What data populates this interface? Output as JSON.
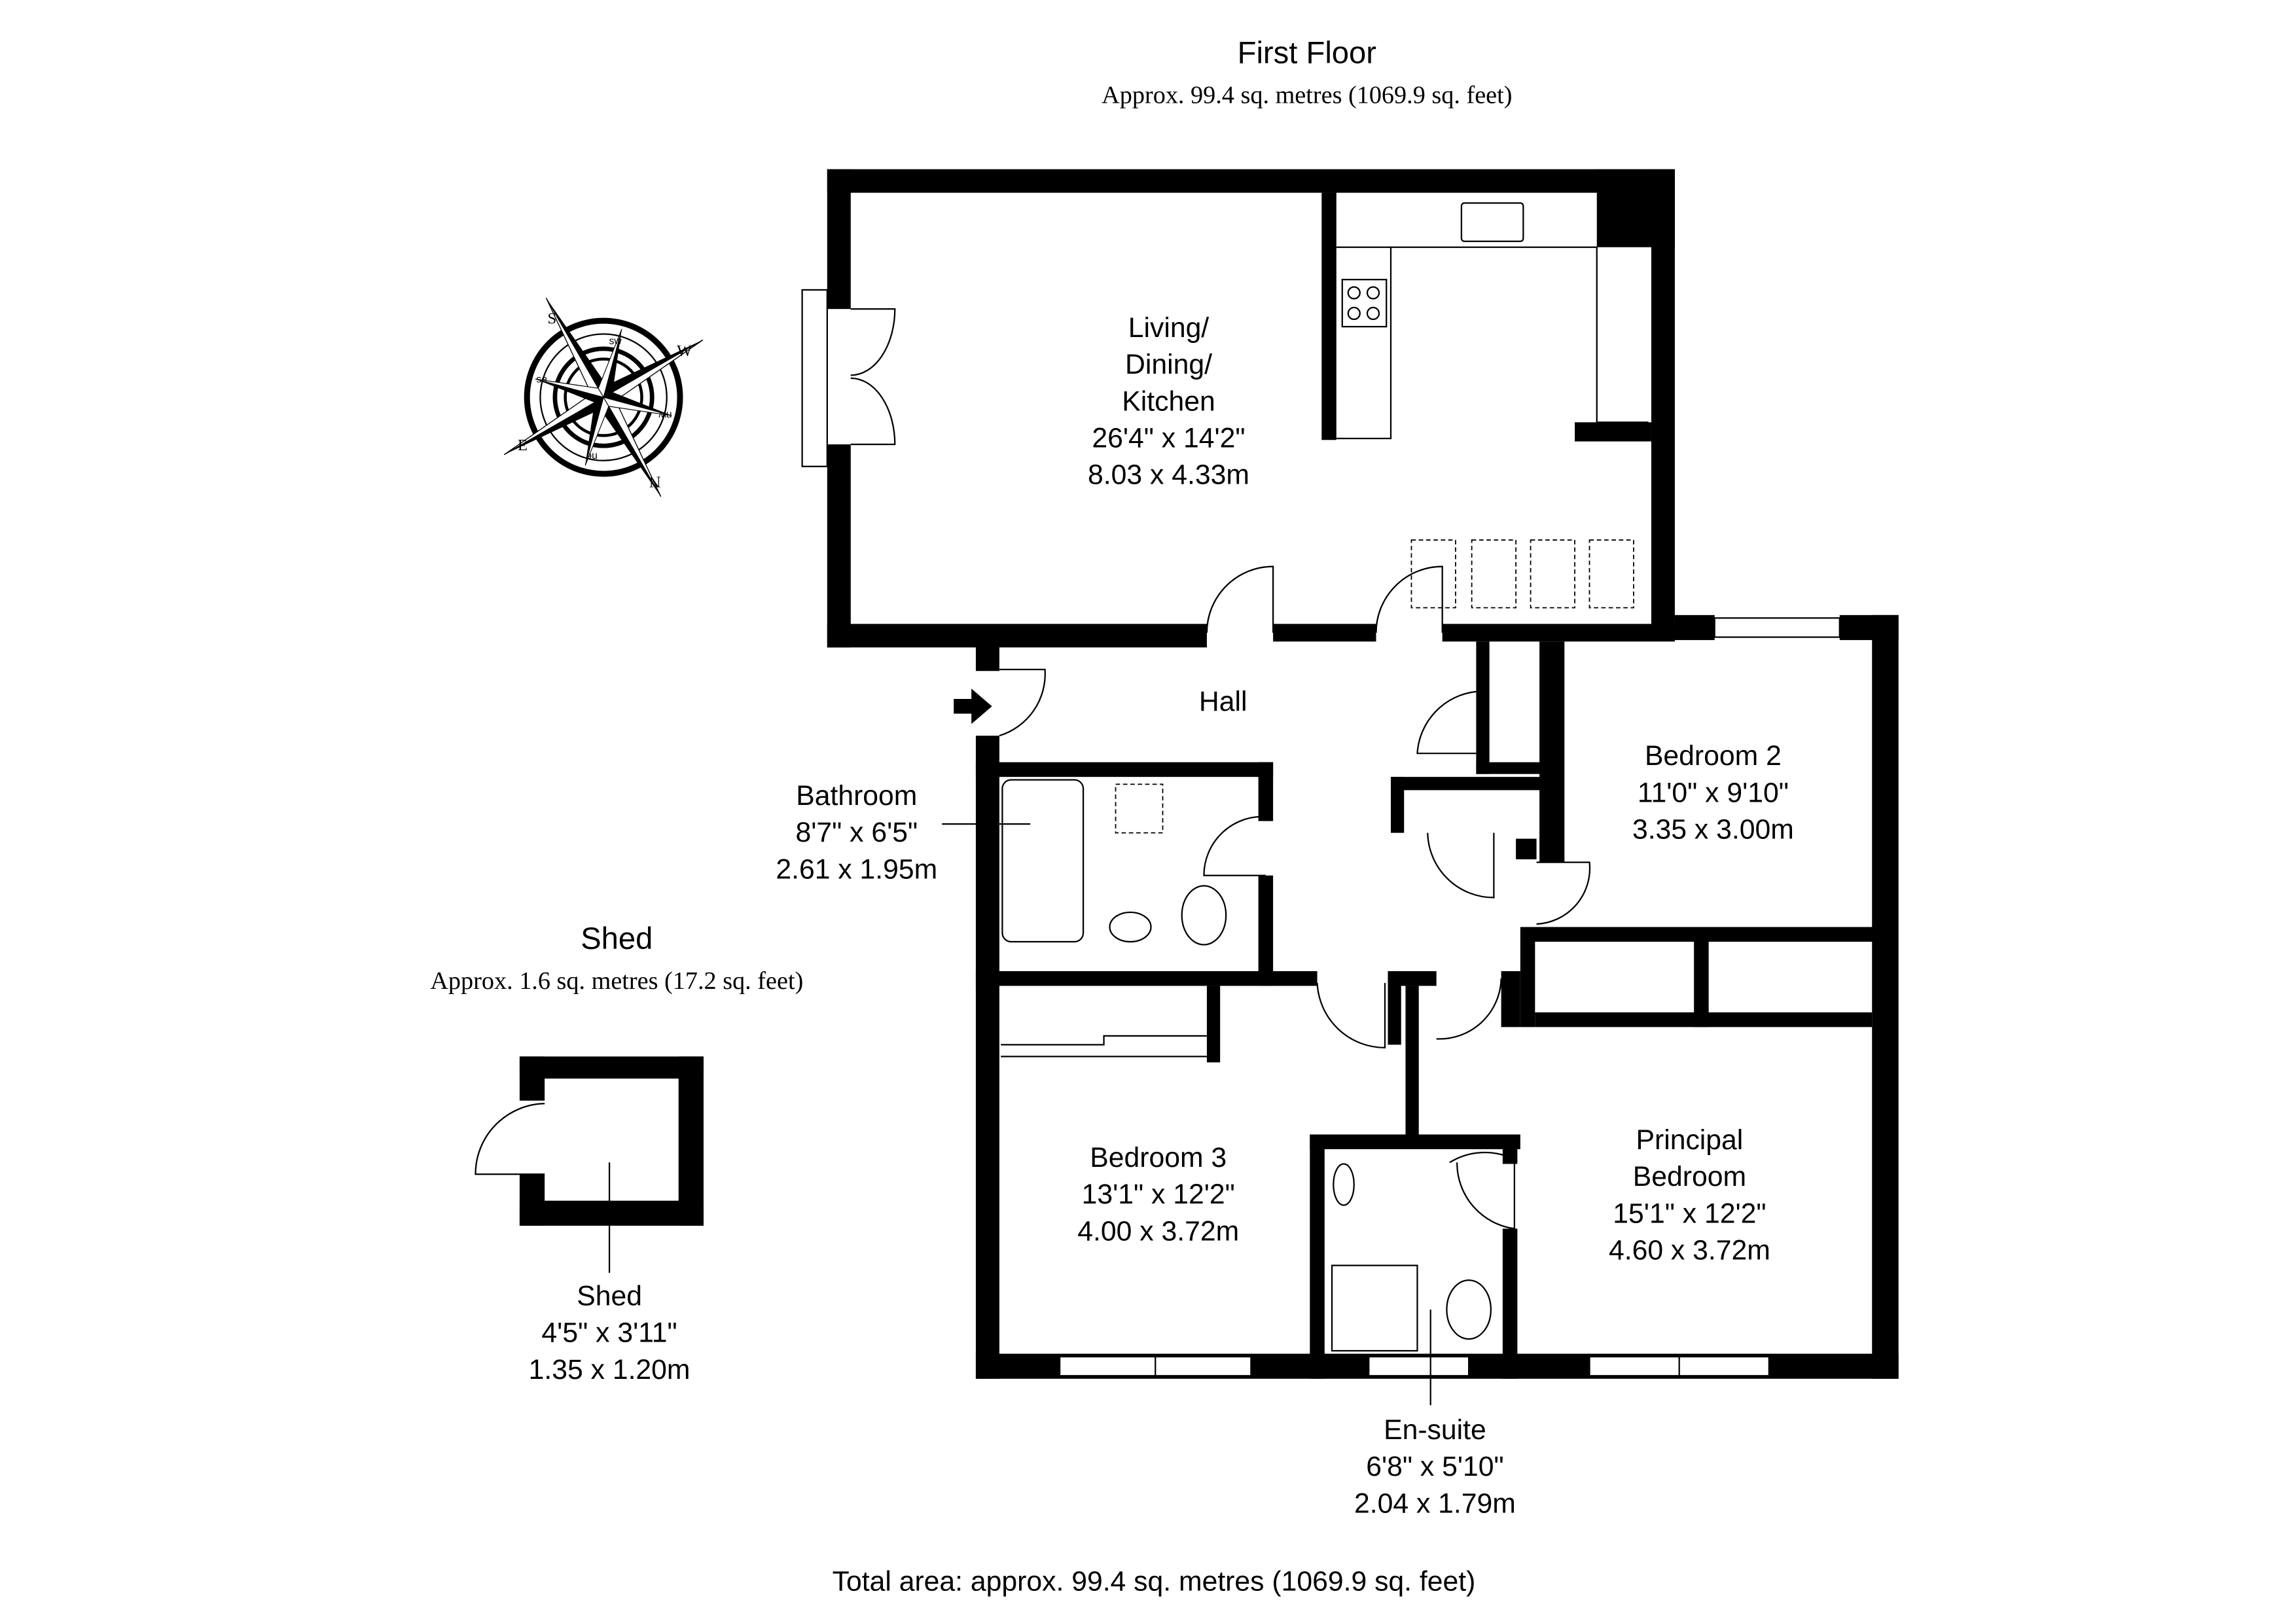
{
  "header": {
    "title": "First Floor",
    "area": "Approx. 99.4 sq. metres (1069.9 sq. feet)"
  },
  "shed_header": {
    "title": "Shed",
    "area": "Approx. 1.6 sq. metres (17.2 sq. feet)"
  },
  "rooms": {
    "living": {
      "name1": "Living/",
      "name2": "Dining/",
      "name3": "Kitchen",
      "imperial": "26'4\" x 14'2\"",
      "metric": "8.03 x 4.33m"
    },
    "hall": {
      "name": "Hall"
    },
    "bathroom": {
      "name": "Bathroom",
      "imperial": "8'7\" x 6'5\"",
      "metric": "2.61 x 1.95m"
    },
    "bedroom2": {
      "name": "Bedroom 2",
      "imperial": "11'0\" x 9'10\"",
      "metric": "3.35 x 3.00m"
    },
    "bedroom3": {
      "name": "Bedroom 3",
      "imperial": "13'1\" x 12'2\"",
      "metric": "4.00 x 3.72m"
    },
    "principal": {
      "name1": "Principal",
      "name2": "Bedroom",
      "imperial": "15'1\" x 12'2\"",
      "metric": "4.60 x 3.72m"
    },
    "ensuite": {
      "name": "En-suite",
      "imperial": "6'8\" x 5'10\"",
      "metric": "2.04 x 1.79m"
    },
    "shed": {
      "name": "Shed",
      "imperial": "4'5\" x 3'11\"",
      "metric": "1.35 x 1.20m"
    }
  },
  "compass": {
    "n": "N",
    "s": "S",
    "e": "E",
    "w": "W",
    "ne": "ne",
    "nw": "nw",
    "se": "se",
    "sw": "sw"
  },
  "footer": {
    "total": "Total area: approx. 99.4 sq. metres (1069.9 sq. feet)"
  }
}
